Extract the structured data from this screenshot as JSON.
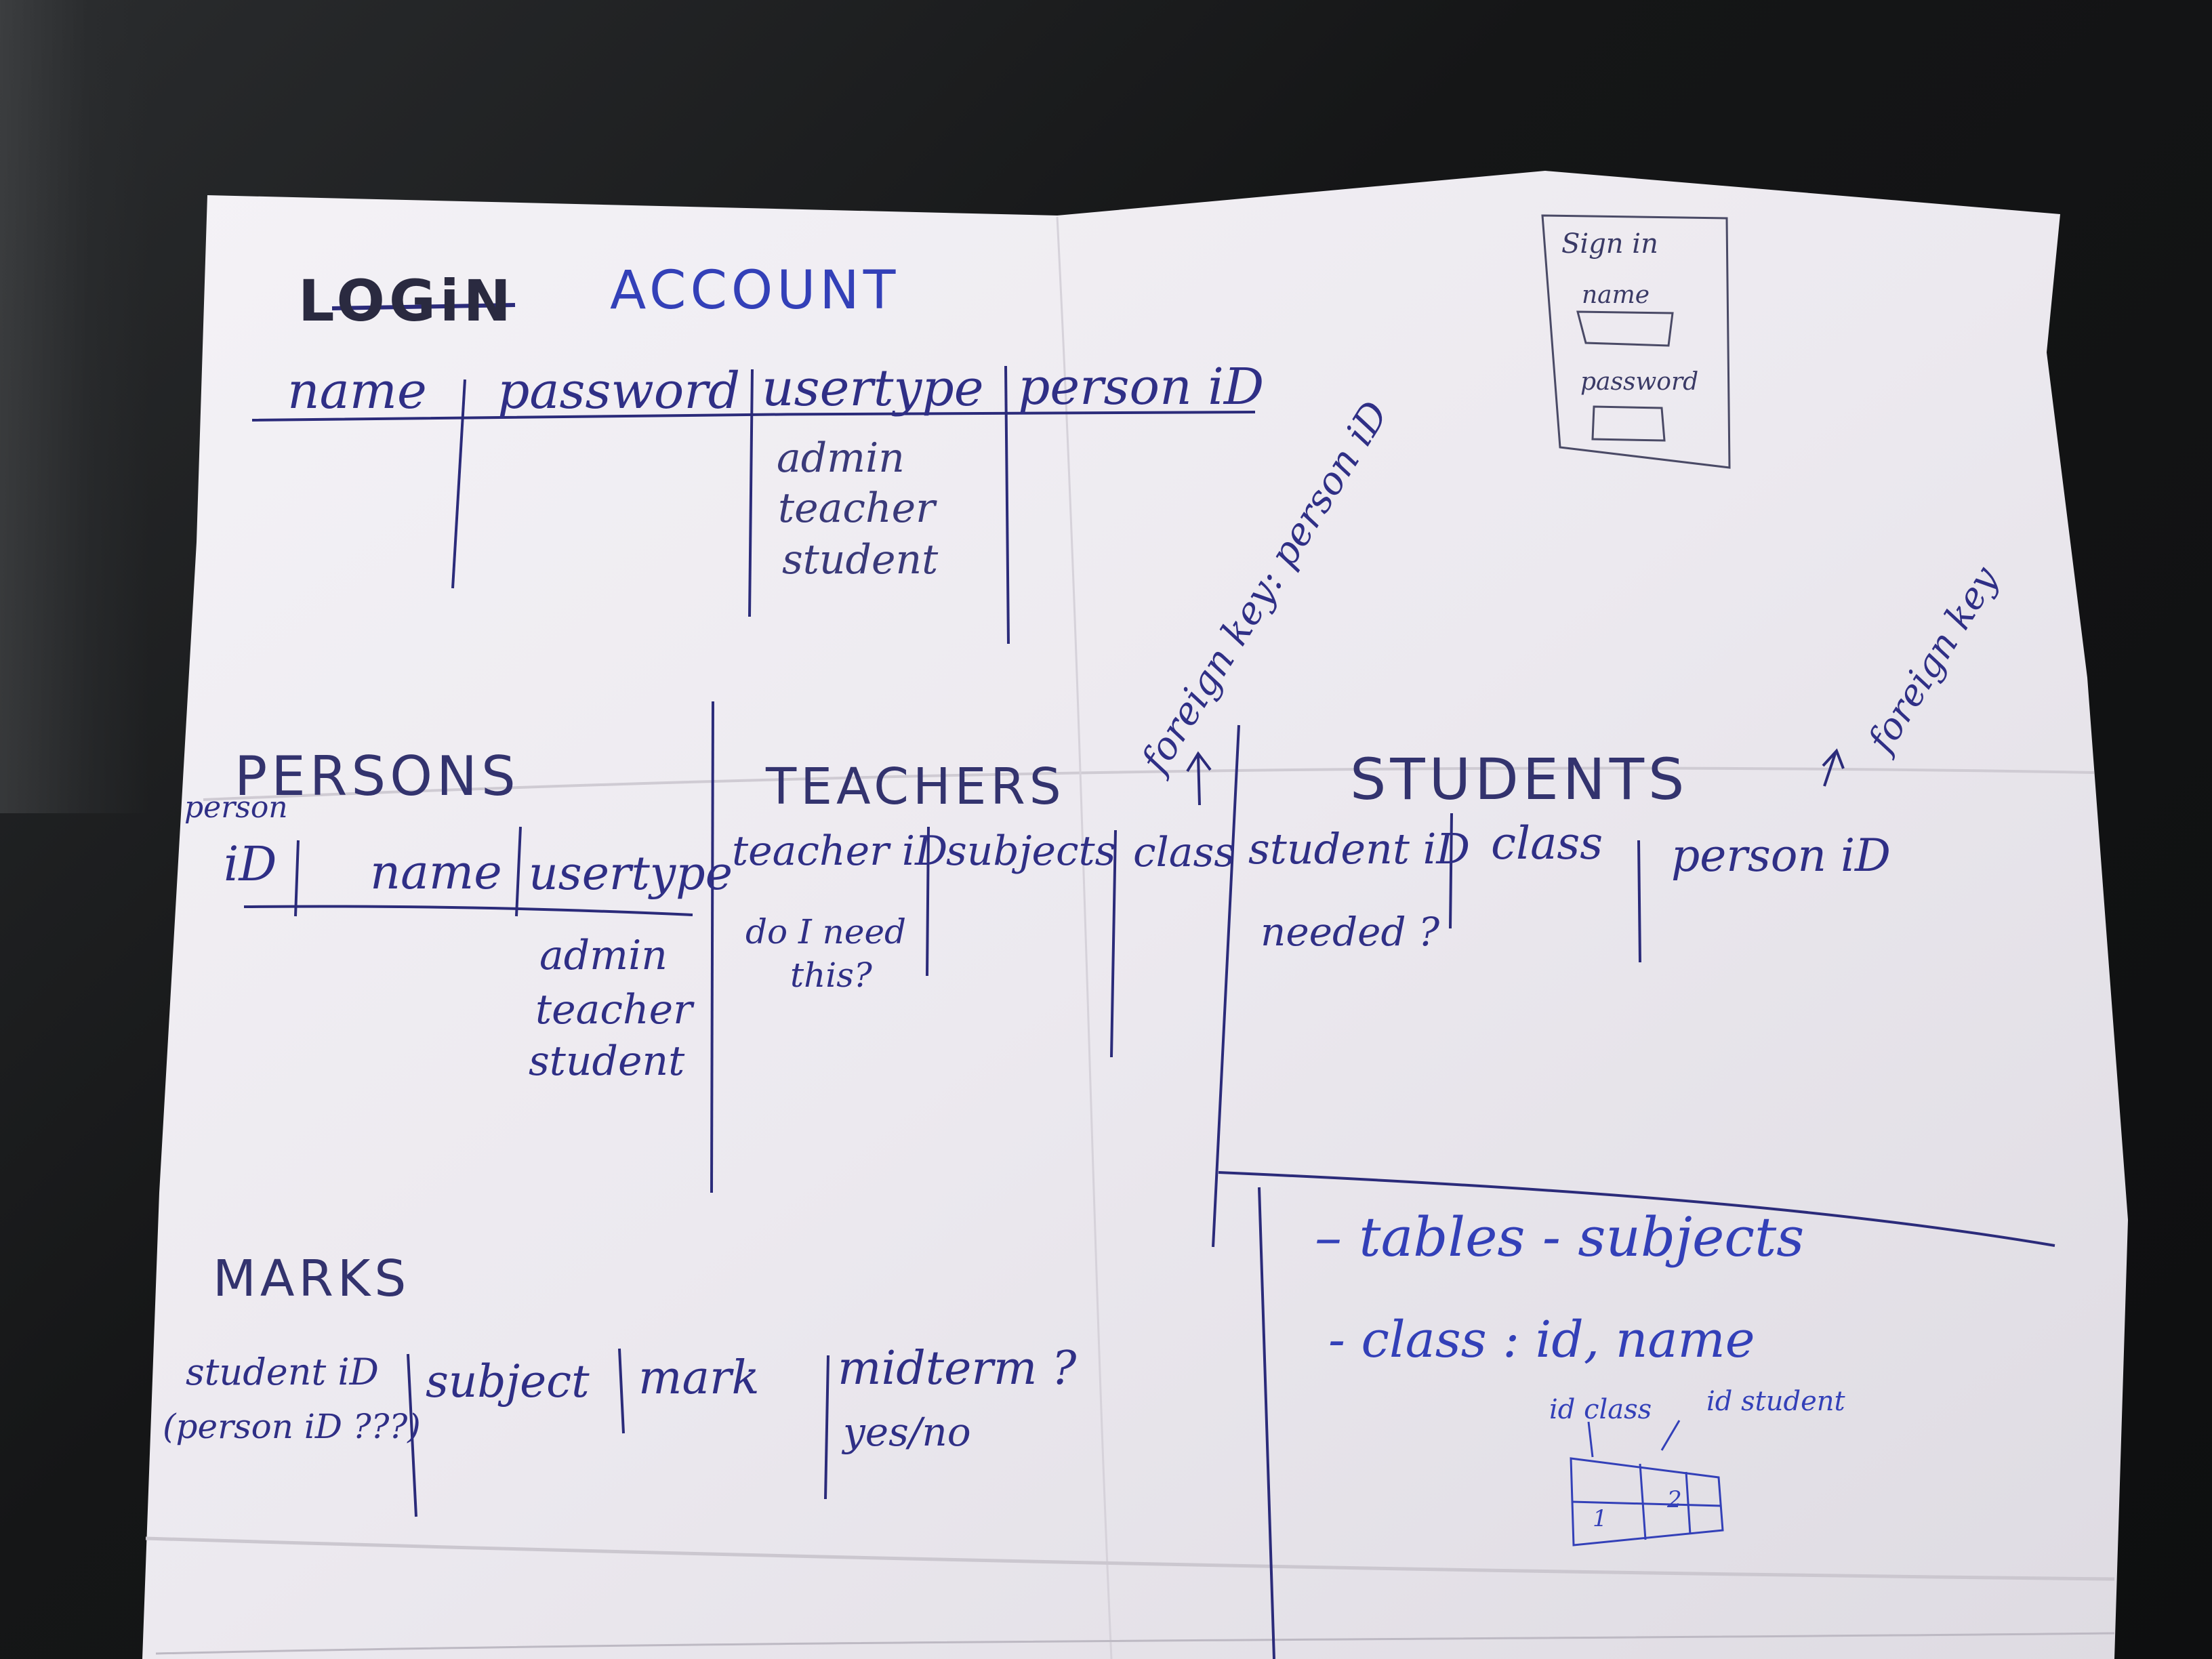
{
  "account": {
    "title_struck": "LOGiN",
    "title": "ACCOUNT",
    "columns": [
      "name",
      "password",
      "usertype",
      "person iD"
    ],
    "usertype_values": [
      "admin",
      "teacher",
      "student"
    ]
  },
  "signin_box": {
    "title": "Sign in",
    "name_label": "name",
    "password_label": "password"
  },
  "foreign_key_1": "foreign key: person iD",
  "foreign_key_2": "foreign key",
  "persons": {
    "title": "PERSONS",
    "id_header_top": "person",
    "id_header": "iD",
    "columns": [
      "name",
      "usertype"
    ],
    "usertype_values": [
      "admin",
      "teacher",
      "student"
    ]
  },
  "teachers": {
    "title": "TEACHERS",
    "columns": [
      "teacher iD",
      "subjects",
      "class"
    ],
    "note": [
      "do I need",
      "this?"
    ]
  },
  "students": {
    "title": "STUDENTS",
    "columns": [
      "student iD",
      "class",
      "person iD"
    ],
    "note": "needed ?"
  },
  "marks": {
    "title": "MARKS",
    "columns": [
      "student iD",
      "subject",
      "mark",
      "midterm ?"
    ],
    "sub_note_1": "(person iD ???)",
    "sub_note_4": "yes/no"
  },
  "notes": {
    "line1": "– tables - subjects",
    "line2": "- class : id, name",
    "sub_label_1": "id class",
    "sub_label_2": "id student",
    "cell_1": "1",
    "cell_2": "2"
  }
}
